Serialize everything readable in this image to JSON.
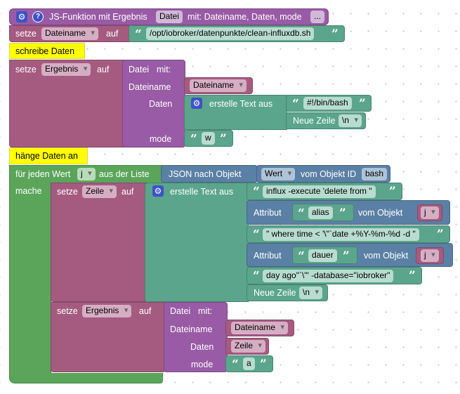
{
  "fn_header": {
    "help_text": "?",
    "title": "JS-Funktion mit Ergebnis",
    "func_name": "Datei",
    "params_label": "mit: Dateiname, Daten, mode",
    "more": "..."
  },
  "set_dateiname": {
    "keyword": "setze",
    "var": "Dateiname",
    "to": "auf",
    "value": "/opt/iobroker/datenpunkte/clean-influxdb.sh"
  },
  "comment1": "schreibe Daten",
  "set_ergebnis1": {
    "keyword": "setze",
    "var": "Ergebnis",
    "to": "auf",
    "call": "Datei",
    "mit": "mit:",
    "p1_label": "Dateiname",
    "p1_var": "Dateiname",
    "p2_label": "Daten",
    "create_text": "erstelle Text aus",
    "t1": "#!/bin/bash",
    "newline_label": "Neue Zeile",
    "newline_val": "\\n",
    "p3_label": "mode",
    "p3_val": "w"
  },
  "comment2": "hänge Daten an",
  "loop": {
    "for_each": "für jeden Wert",
    "var": "j",
    "from_list": "aus der Liste",
    "json_label": "JSON nach Objekt",
    "attr_dd": "Wert",
    "from_obj_id": "vom Objekt ID",
    "obj_id": "bash",
    "do": "mache"
  },
  "set_zeile": {
    "keyword": "setze",
    "var": "Zeile",
    "to": "auf",
    "create_text": "erstelle Text aus",
    "t1": "influx -execute 'delete from \"",
    "attr_label": "Attribut",
    "attr1": "alias",
    "from_obj": "vom Objekt",
    "obj_var": "j",
    "t2": "\" where time < '\\\"`date +%Y-%m-%d -d \"",
    "attr2": "dauer",
    "t3": " day ago\"`\\\"' -database=\"iobroker\"",
    "newline_label": "Neue Zeile",
    "newline_val": "\\n"
  },
  "set_ergebnis2": {
    "keyword": "setze",
    "var": "Ergebnis",
    "to": "auf",
    "call": "Datei",
    "mit": "mit:",
    "p1_label": "Dateiname",
    "p1_var": "Dateiname",
    "p2_label": "Daten",
    "p2_var": "Zeile",
    "p3_label": "mode",
    "p3_val": "a"
  },
  "icons": {
    "gear": "gear-icon",
    "help": "help-icon",
    "quote": "quote-icon"
  },
  "colors": {
    "function": "#995ba5",
    "variable": "#a55b80",
    "text": "#5ba58c",
    "object": "#5b80a5",
    "loop": "#5ba55b",
    "comment": "#ffff00"
  }
}
